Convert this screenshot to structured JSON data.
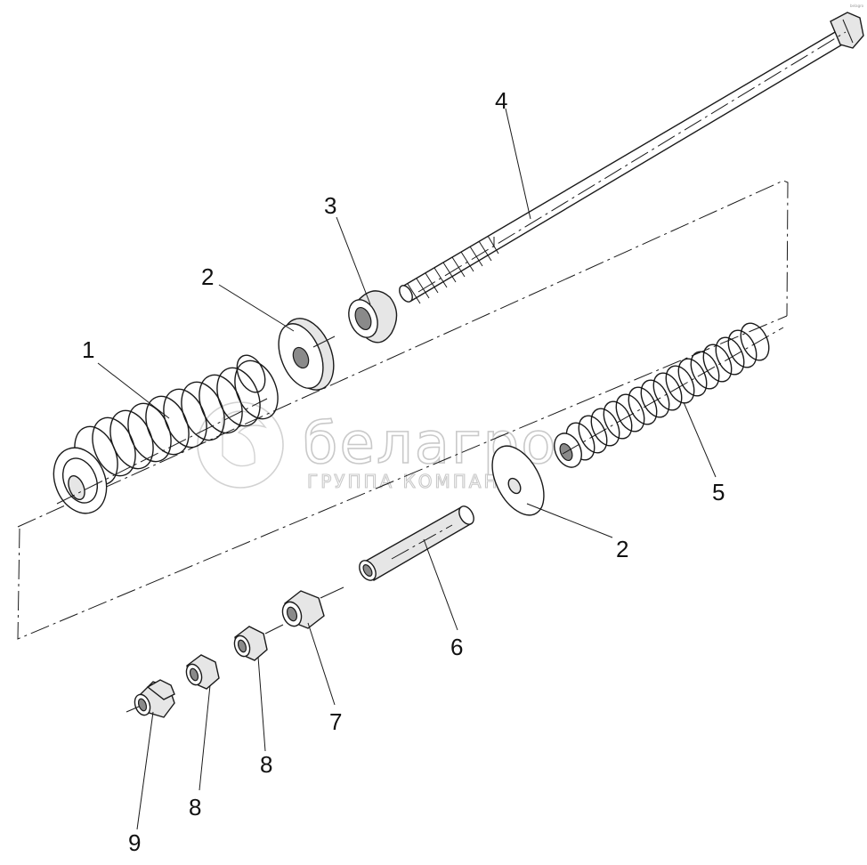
{
  "watermark": {
    "brand": "белагро",
    "tagline": "ГРУППА КОМПАНИЙ",
    "corner_mark": "belagro"
  },
  "callouts": [
    {
      "id": "c1",
      "text": "1"
    },
    {
      "id": "c2a",
      "text": "2"
    },
    {
      "id": "c2b",
      "text": "2"
    },
    {
      "id": "c3",
      "text": "3"
    },
    {
      "id": "c4",
      "text": "4"
    },
    {
      "id": "c5",
      "text": "5"
    },
    {
      "id": "c6",
      "text": "6"
    },
    {
      "id": "c7",
      "text": "7"
    },
    {
      "id": "c8a",
      "text": "8"
    },
    {
      "id": "c8b",
      "text": "8"
    },
    {
      "id": "c9",
      "text": "9"
    }
  ]
}
